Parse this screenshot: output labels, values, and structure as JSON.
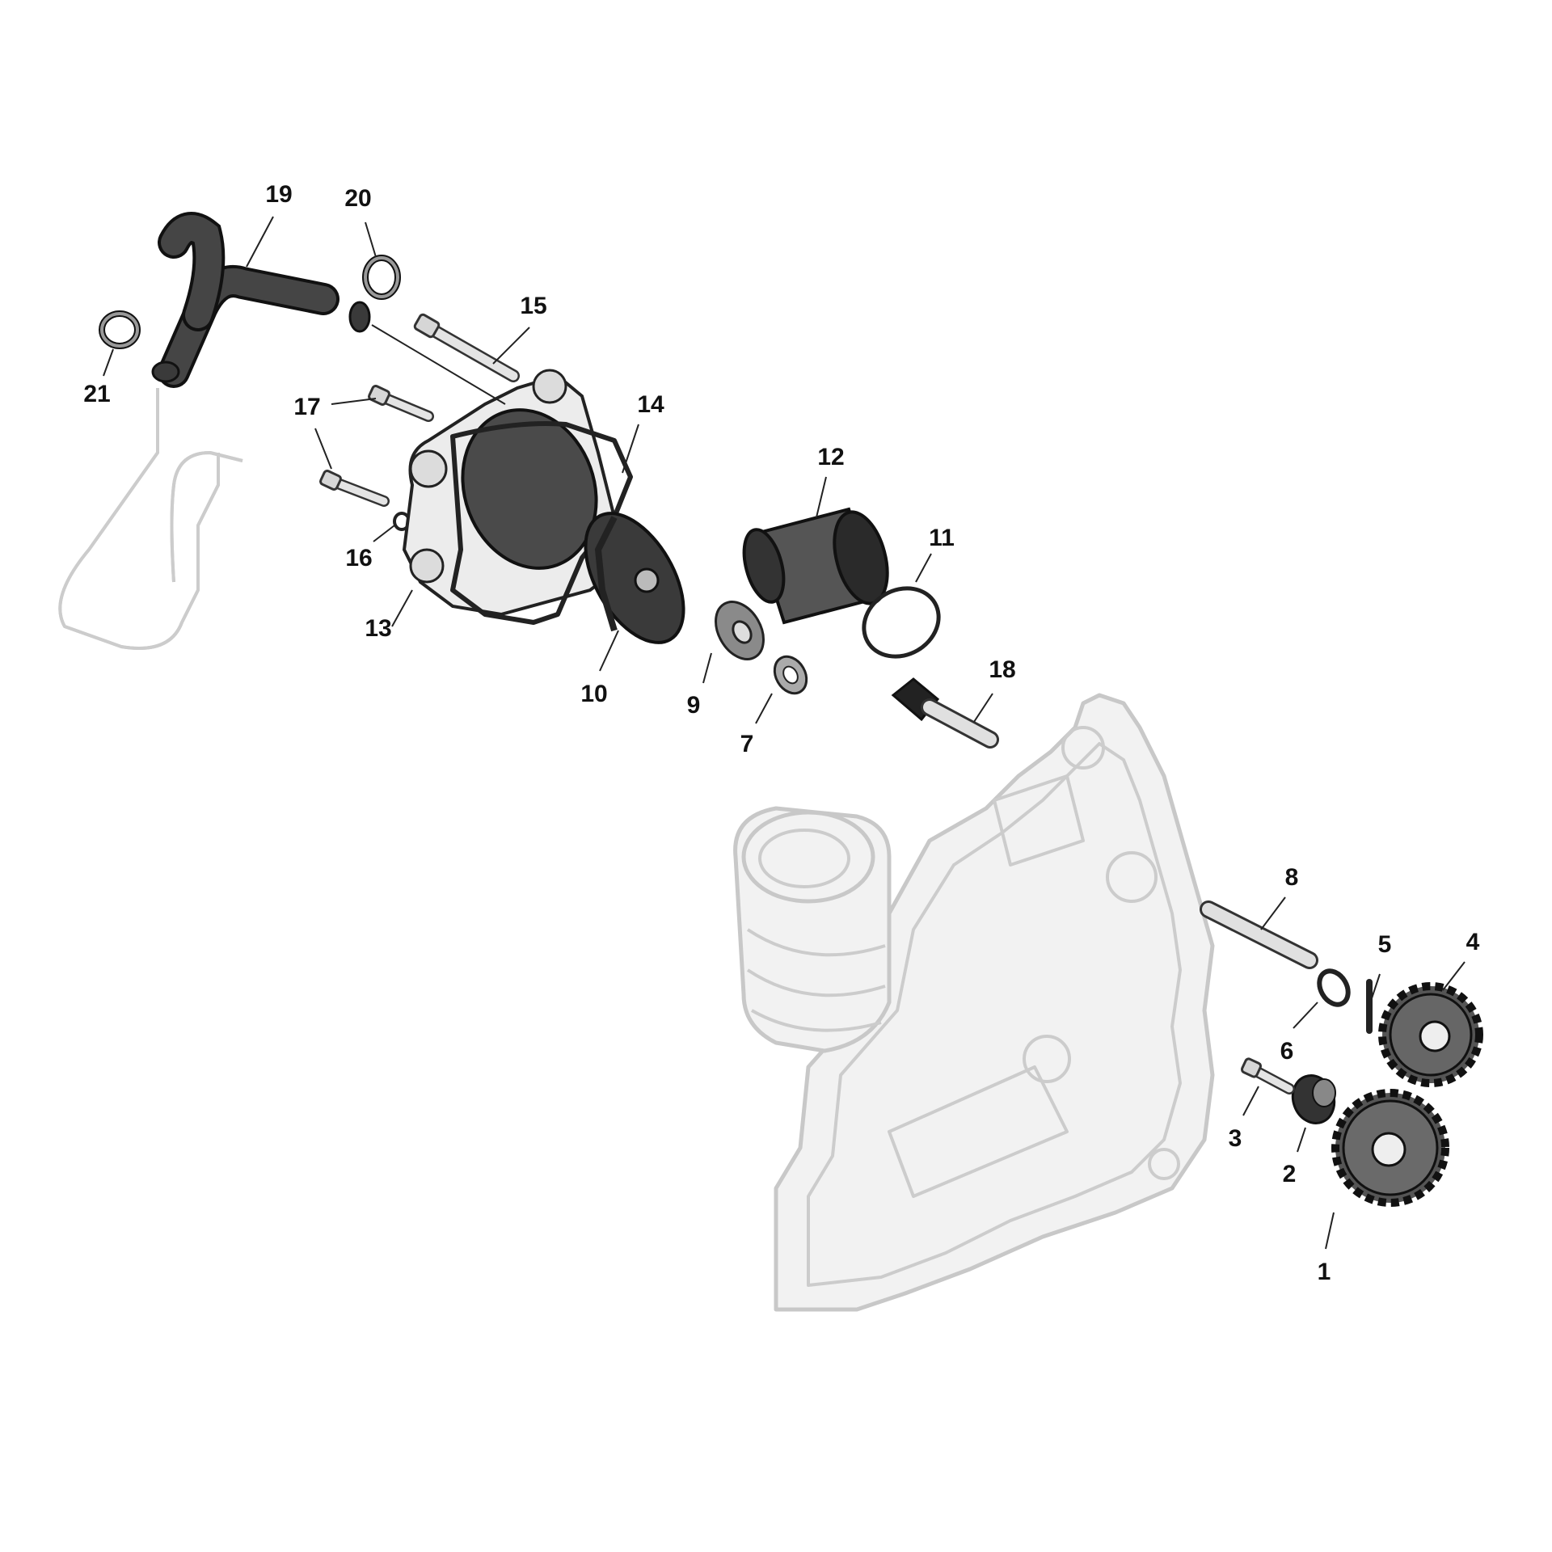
{
  "callouts": [
    {
      "id": "c1",
      "label": "1"
    },
    {
      "id": "c2",
      "label": "2"
    },
    {
      "id": "c3",
      "label": "3"
    },
    {
      "id": "c4",
      "label": "4"
    },
    {
      "id": "c5",
      "label": "5"
    },
    {
      "id": "c6",
      "label": "6"
    },
    {
      "id": "c7",
      "label": "7"
    },
    {
      "id": "c8",
      "label": "8"
    },
    {
      "id": "c9",
      "label": "9"
    },
    {
      "id": "c10",
      "label": "10"
    },
    {
      "id": "c11",
      "label": "11"
    },
    {
      "id": "c12",
      "label": "12"
    },
    {
      "id": "c13",
      "label": "13"
    },
    {
      "id": "c14",
      "label": "14"
    },
    {
      "id": "c15",
      "label": "15"
    },
    {
      "id": "c16",
      "label": "16"
    },
    {
      "id": "c17",
      "label": "17"
    },
    {
      "id": "c18",
      "label": "18"
    },
    {
      "id": "c19",
      "label": "19"
    },
    {
      "id": "c20",
      "label": "20"
    },
    {
      "id": "c21",
      "label": "21"
    }
  ],
  "colors": {
    "part_dark": "#3a3a3a",
    "part_mid": "#8a8a8a",
    "ghost": "#cccccc"
  }
}
